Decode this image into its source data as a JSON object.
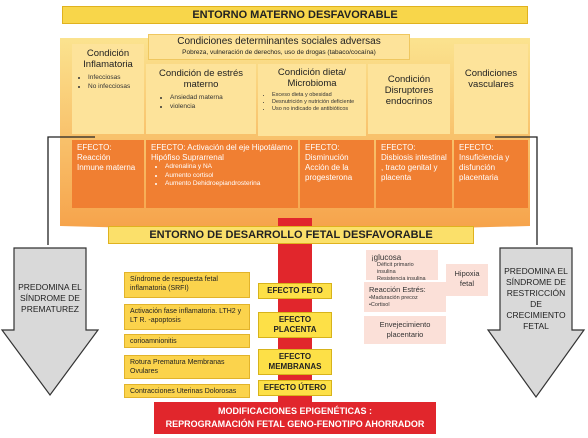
{
  "top_title": "ENTORNO MATERNO  DESFAVORABLE",
  "sociales": {
    "title": "Condiciones determinantes sociales adversas",
    "subtitle": "Pobreza, vulneración de derechos, uso de drogas (tabaco/cocaína)"
  },
  "conditions": [
    {
      "title": "Condición Inflamatoria",
      "items": [
        "Infecciosas",
        "No infecciosas"
      ]
    },
    {
      "title": "Condición de estrés materno",
      "items": [
        "Ansiedad materna",
        "violencia"
      ]
    },
    {
      "title": "Condición dieta/ Microbioma",
      "items": [
        "Exceso dieta y obesidad",
        "Desnutrición y nutrición deficiente",
        "Uso  no indicado de antibióticos"
      ]
    },
    {
      "title": "Condición Disruptores endocrinos",
      "items": []
    },
    {
      "title": "Condiciones vasculares",
      "items": []
    }
  ],
  "efectos": [
    {
      "title": "EFECTO: Reacción Inmune materna",
      "items": []
    },
    {
      "title": "EFECTO: Activación del eje Hipotálamo Hipófiso Suprarrenal",
      "items": [
        "Adrenalina y NA",
        "Aumento cortisol",
        "Aumento Dehidroepiandrosterina"
      ]
    },
    {
      "title": "EFECTO: Disminución Acción de la progesterona",
      "items": []
    },
    {
      "title": "EFECTO: Disbiosis intestinal ,  tracto genital  y placenta",
      "items": []
    },
    {
      "title": "EFECTO: Insuficiencia y disfunción placentaria",
      "items": []
    }
  ],
  "fetal_title": "ENTORNO  DE  DESARROLLO FETAL DESFAVORABLE",
  "left_arrow": "PREDOMINA EL SÍNDROME DE PREMATUREZ",
  "right_arrow": "PREDOMINA EL SÍNDROME DE RESTRICCIÓN DE CRECIMIENTO FETAL",
  "left_boxes": [
    "Síndrome de respuesta fetal inflamatoria (SRFI)",
    "Activación fase inflamatoria. LTH2 y LT R. -apoptosis",
    "corioamnionitis",
    "Rotura Prematura Membranas Ovulares",
    "Contracciones Uterinas Dolorosas"
  ],
  "center_efectos": [
    "EFECTO FETO",
    "EFECTO PLACENTA",
    "EFECTO MEMBRANAS",
    "EFECTO ÚTERO"
  ],
  "right_boxes": {
    "glucosa_title": "¡glucosa",
    "glucosa_items": [
      "Déficit primario insulina",
      "Resistencia insulina"
    ],
    "hipoxia": "Hipoxia fetal",
    "estres_title": "Reacción Estrés:",
    "estres_items": [
      "•Maduración precoz",
      "•Cortisol"
    ],
    "envejecimiento": "Envejecimiento placentario"
  },
  "bottom": {
    "line1": "MODIFICACIONES EPIGENÉTICAS :",
    "line2": "REPROGRAMACIÓN FETAL GENO-FENOTIPO AHORRADOR"
  },
  "colors": {
    "yellow": "#f8d64a",
    "orange": "#f07f32",
    "red": "#e1262c",
    "pale": "#fde39a",
    "pink": "#fbe0d8"
  }
}
